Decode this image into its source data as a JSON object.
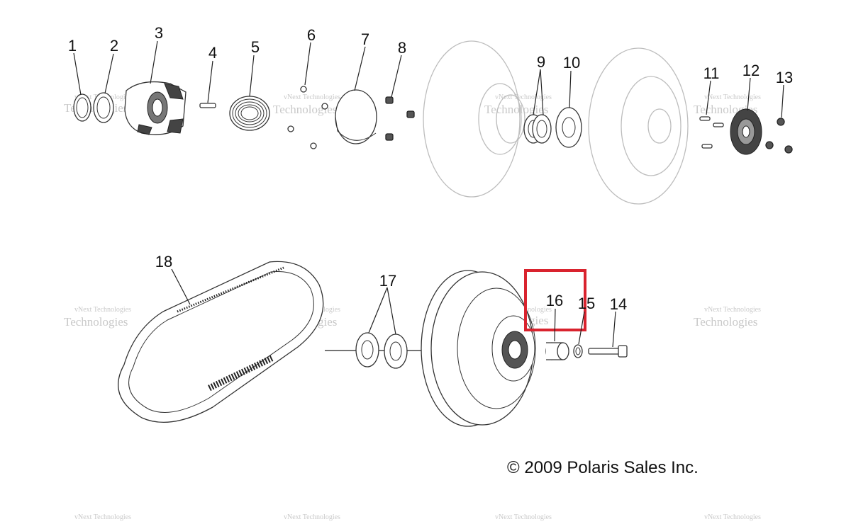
{
  "callouts": [
    "1",
    "2",
    "3",
    "4",
    "5",
    "6",
    "7",
    "8",
    "9",
    "10",
    "11",
    "12",
    "13",
    "14",
    "15",
    "16",
    "17",
    "18"
  ],
  "copyright": "© 2009 Polaris Sales Inc.",
  "watermark": {
    "small": "vNext Technologies",
    "big": "Technologies"
  },
  "colors": {
    "highlight": "#d9232e",
    "line": "#222222",
    "ghost": "#bdbdbd",
    "watermark": "#c9c9c9"
  }
}
